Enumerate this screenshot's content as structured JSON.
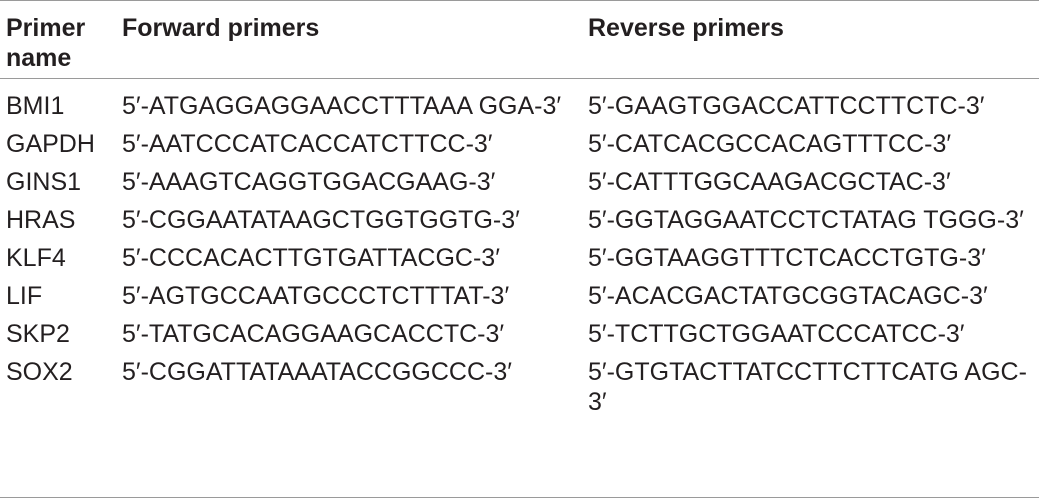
{
  "header": {
    "primer_name": "Primer name",
    "forward": "Forward primers",
    "reverse": "Reverse primers"
  },
  "rows": [
    {
      "name": "BMI1",
      "forward": "5′-ATGAGGAGGAACCTTTAAA GGA-3′",
      "reverse": "5′-GAAGTGGACCATTCCTTCTC-3′"
    },
    {
      "name": "GAPDH",
      "forward": "5′-AATCCCATCACCATCTTCC-3′",
      "reverse": "5′-CATCACGCCACAGTTTCC-3′"
    },
    {
      "name": "GINS1",
      "forward": "5′-AAAGTCAGGTGGACGAAG-3′",
      "reverse": "5′-CATTTGGCAAGACGCTAC-3′"
    },
    {
      "name": "HRAS",
      "forward": "5′-CGGAATATAAGCTGGTGGTG-3′",
      "reverse": "5′-GGTAGGAATCCTCTATAG TGGG-3′"
    },
    {
      "name": "KLF4",
      "forward": "5′-CCCACACTTGTGATTACGC-3′",
      "reverse": "5′-GGTAAGGTTTCTCACCTGTG-3′"
    },
    {
      "name": "LIF",
      "forward": "5′-AGTGCCAATGCCCTCTTTAT-3′",
      "reverse": "5′-ACACGACTATGCGGTACAGC-3′"
    },
    {
      "name": "SKP2",
      "forward": "5′-TATGCACAGGAAGCACCTC-3′",
      "reverse": "5′-TCTTGCTGGAATCCCATCC-3′"
    },
    {
      "name": "SOX2",
      "forward": "5′-CGGATTATAAATACCGGCCC-3′",
      "reverse": "5′-GTGTACTTATCCTTCTTCATG AGC-3′"
    }
  ]
}
